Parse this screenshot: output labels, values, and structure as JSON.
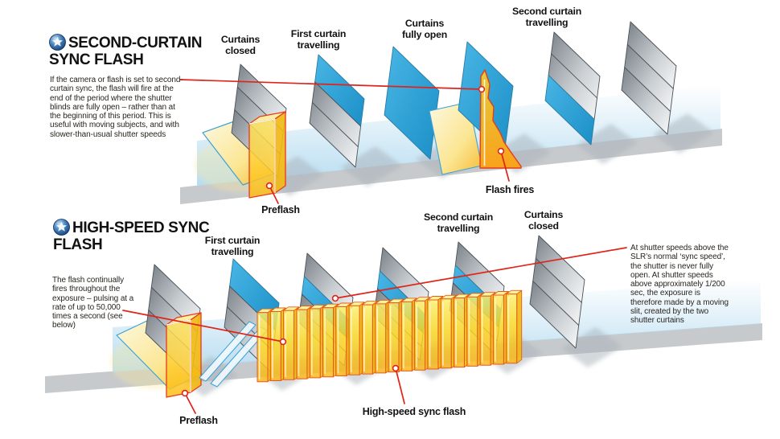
{
  "colors": {
    "accent_red": "#e0241a",
    "curtain_blue": "#2aa7da",
    "curtain_silver": "#aeb4b9",
    "flash_yellow": "#ffd91e",
    "floor_gray": "#c7cacc",
    "glow_blue": "#b4dbf0"
  },
  "top_section": {
    "icon": "flash-sphere-icon",
    "title": "SECOND-CURTAIN SYNC FLASH",
    "intro": "If the camera or flash is set to second-curtain sync, the flash will fire at the end of the period where the shutter blinds are fully open – rather than at the beginning of this period. This is useful with moving subjects, and with slower-than-usual shutter speeds",
    "stages": [
      "Curtains closed",
      "First curtain travelling",
      "Curtains fully open",
      "Second curtain travelling"
    ],
    "callout_preflash": "Preflash",
    "callout_flash_fires": "Flash fires"
  },
  "bottom_section": {
    "icon": "flash-sphere-icon",
    "title": "HIGH-SPEED SYNC FLASH",
    "intro": "The flash continually fires throughout the exposure – pulsing at a rate of up to 50,000 times a second (see below)",
    "side_note": "At shutter speeds above the SLR’s normal ‘sync speed’, the shutter is never fully open. At shutter speeds above approximately 1/200 sec, the exposure is therefore made by a moving slit, created by the two shutter curtains",
    "stages": [
      "First curtain travelling",
      "Second curtain travelling",
      "Curtains closed"
    ],
    "callout_preflash": "Preflash",
    "callout_hss": "High-speed sync flash"
  }
}
